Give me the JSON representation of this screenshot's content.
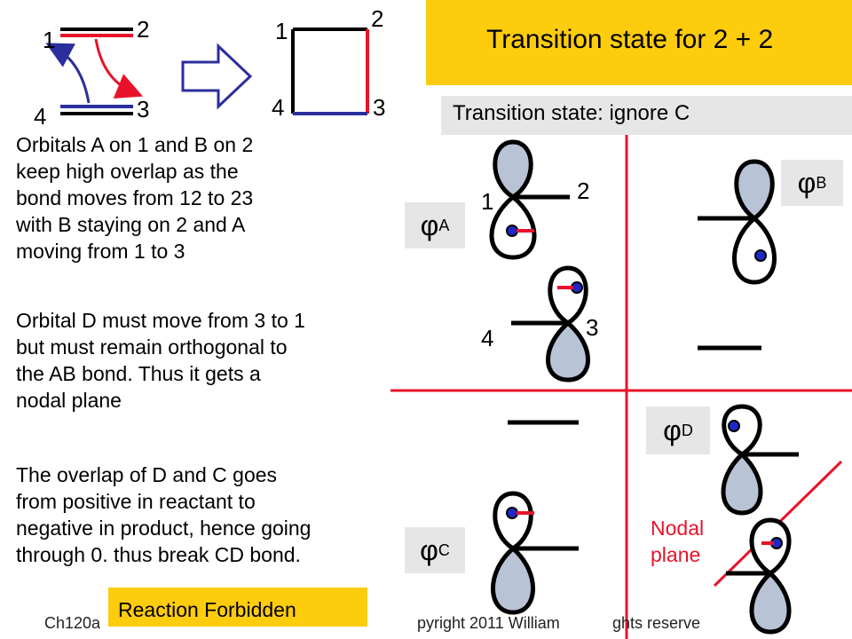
{
  "header": {
    "title": "Transition state for 2 + 2"
  },
  "subheader": {
    "text": "Transition state: ignore C"
  },
  "reactant_labels": {
    "a1": "1",
    "a2": "2",
    "a3": "3",
    "a4": "4"
  },
  "product_labels": {
    "b1": "1",
    "b2": "2",
    "b3": "3",
    "b4": "4"
  },
  "text_blocks": {
    "p1": [
      "Orbitals A on 1 and B on 2",
      "keep high overlap as the",
      "bond  moves from 12 to 23",
      "with B staying on 2 and A",
      "moving from 1 to 3"
    ],
    "p2": [
      "Orbital D must move from 3 to 1",
      "but must remain orthogonal to",
      "the AB bond. Thus it gets a",
      "nodal plane"
    ],
    "p3": [
      "The overlap of D and C goes",
      "from positive in reactant to",
      "negative in product, hence going",
      "through 0. thus break CD bond."
    ]
  },
  "orbital_labels": {
    "phi": "φ",
    "A": "A",
    "B": "B",
    "C": "C",
    "D": "D",
    "n1": "1",
    "n2": "2",
    "n3": "3",
    "n4": "4"
  },
  "nodal": {
    "line1": "Nodal",
    "line2": "plane"
  },
  "verdict": {
    "text": "Reaction Forbidden"
  },
  "footer": {
    "left": "Ch120a",
    "middle": "pyright 2011 William",
    "right": "ghts reserve"
  },
  "colors": {
    "accent_yellow": "#fdcc0d",
    "red": "#e8132b",
    "blue": "#2b2e9c",
    "lobe_fill": "#b9c3d6",
    "dot": "#1e28c8"
  }
}
